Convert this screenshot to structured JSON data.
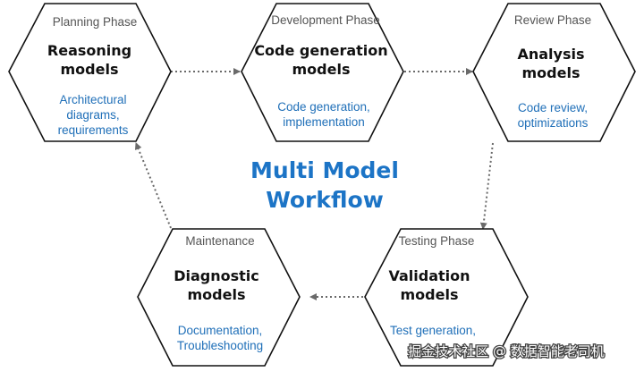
{
  "title_lines": [
    "Multi Model",
    "Workflow"
  ],
  "nodes": [
    {
      "phase": "Planning Phase",
      "title": [
        "Reasoning",
        "models"
      ],
      "desc": [
        "Architectural",
        "diagrams,",
        "requirements"
      ]
    },
    {
      "phase": "Development Phase",
      "title": [
        "Code generation",
        "models"
      ],
      "desc": [
        "Code generation,",
        "implementation"
      ]
    },
    {
      "phase": "Review Phase",
      "title": [
        "Analysis",
        "models"
      ],
      "desc": [
        "Code review,",
        "optimizations"
      ]
    },
    {
      "phase": "Testing Phase",
      "title": [
        "Validation",
        "models"
      ],
      "desc": [
        "Test generation,"
      ]
    },
    {
      "phase": "Maintenance",
      "title": [
        "Diagnostic",
        "models"
      ],
      "desc": [
        "Documentation,",
        "Troubleshooting"
      ]
    }
  ],
  "watermark": "掘金技术社区 @ 数据智能老司机",
  "colors": {
    "accent": "#1c74c6",
    "description": "#1f6fb8",
    "outline": "#111111",
    "arrow": "#6a6a6a"
  }
}
